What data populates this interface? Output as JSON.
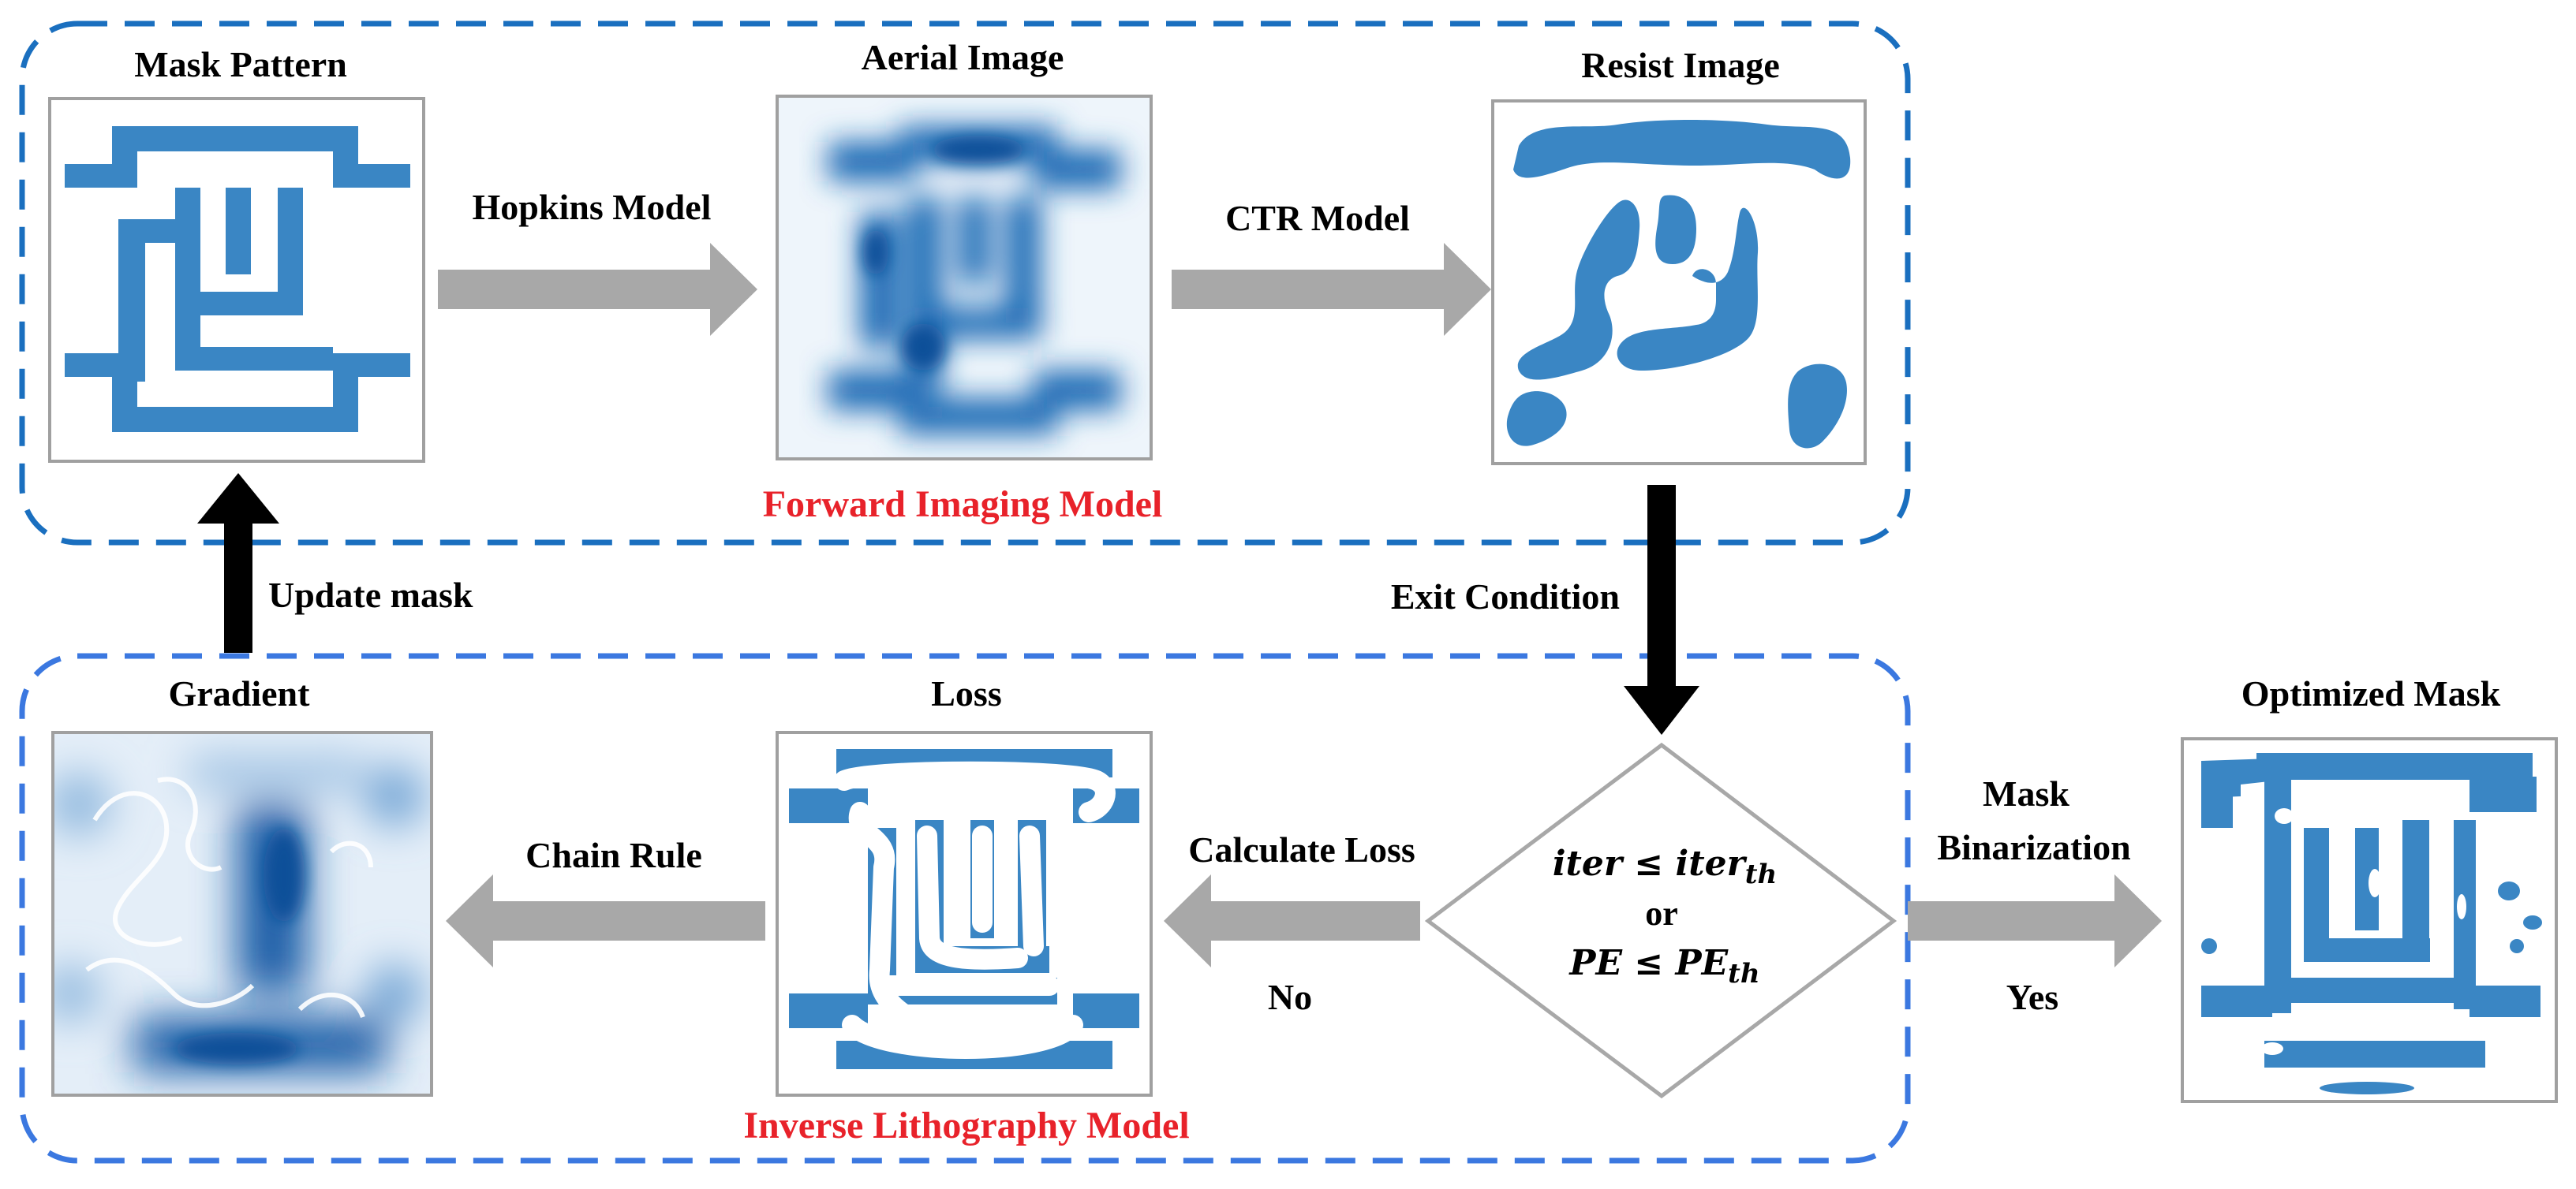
{
  "colors": {
    "blue": "#3a86c4",
    "dark_blue": "#0a4f99",
    "dash_top": "#1a6fbf",
    "dash_bottom": "#3b78e0",
    "arrow_gray": "#a8a8a8",
    "frame_gray": "#a0a0a0",
    "red_text": "#e8222a"
  },
  "labels": {
    "mask_pattern": "Mask Pattern",
    "aerial_image": "Aerial Image",
    "resist_image": "Resist Image",
    "hopkins_model": "Hopkins Model",
    "ctr_model": "CTR Model",
    "forward_imaging_model": "Forward Imaging Model",
    "update_mask": "Update mask",
    "exit_condition": "Exit Condition",
    "gradient": "Gradient",
    "loss": "Loss",
    "optimized_mask": "Optimized Mask",
    "chain_rule": "Chain Rule",
    "calculate_loss": "Calculate Loss",
    "no": "No",
    "yes": "Yes",
    "mask_binarization_line1": "Mask",
    "mask_binarization_line2": "Binarization",
    "inverse_lithography_model": "Inverse Lithography Model"
  },
  "condition": {
    "iter": "iter ≤ iter",
    "iter_sub": "th",
    "or": "or",
    "pe": "PE ≤ PE",
    "pe_sub": "th"
  },
  "icons": {
    "mask": "mask-pattern-icon",
    "aerial": "aerial-image-icon",
    "resist": "resist-image-icon",
    "gradient": "gradient-icon",
    "loss": "loss-icon",
    "optimized": "optimized-mask-icon"
  }
}
